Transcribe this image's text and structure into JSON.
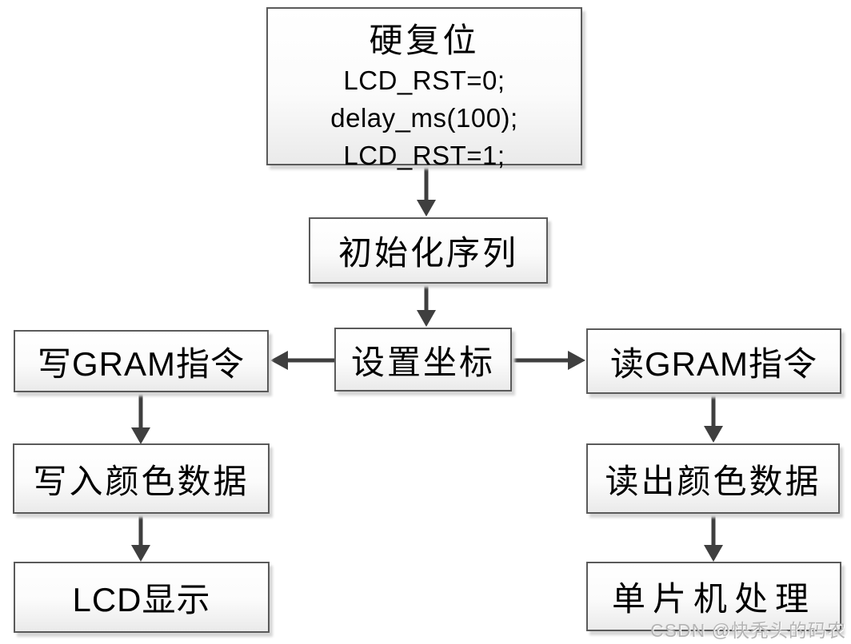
{
  "flowchart": {
    "nodes": {
      "hard_reset": {
        "title": "硬复位",
        "code_lines": [
          "LCD_RST=0;",
          "delay_ms(100);",
          "LCD_RST=1;"
        ]
      },
      "init_sequence": {
        "label": "初始化序列"
      },
      "set_coordinates": {
        "label": "设置坐标"
      },
      "write_gram_command": {
        "label": "写GRAM指令"
      },
      "read_gram_command": {
        "label": "读GRAM指令"
      },
      "write_color_data": {
        "label": "写入颜色数据"
      },
      "read_color_data": {
        "label": "读出颜色数据"
      },
      "lcd_display": {
        "label": "LCD显示"
      },
      "mcu_processing": {
        "label": "单片机处理"
      }
    },
    "edges": [
      {
        "from": "hard_reset",
        "to": "init_sequence"
      },
      {
        "from": "init_sequence",
        "to": "set_coordinates"
      },
      {
        "from": "set_coordinates",
        "to": "write_gram_command"
      },
      {
        "from": "set_coordinates",
        "to": "read_gram_command"
      },
      {
        "from": "write_gram_command",
        "to": "write_color_data"
      },
      {
        "from": "write_color_data",
        "to": "lcd_display"
      },
      {
        "from": "read_gram_command",
        "to": "read_color_data"
      },
      {
        "from": "read_color_data",
        "to": "mcu_processing"
      }
    ],
    "colors": {
      "box_border": "#5a5a5a",
      "box_fill_top": "#ffffff",
      "box_fill_bottom": "#eaeaea",
      "box_shadow": "#d6d6d6",
      "arrow": "#3f3f3f",
      "text": "#000000",
      "watermark": "#b5b5b5"
    }
  },
  "watermark": {
    "text": "CSDN @快秃头的码农"
  }
}
